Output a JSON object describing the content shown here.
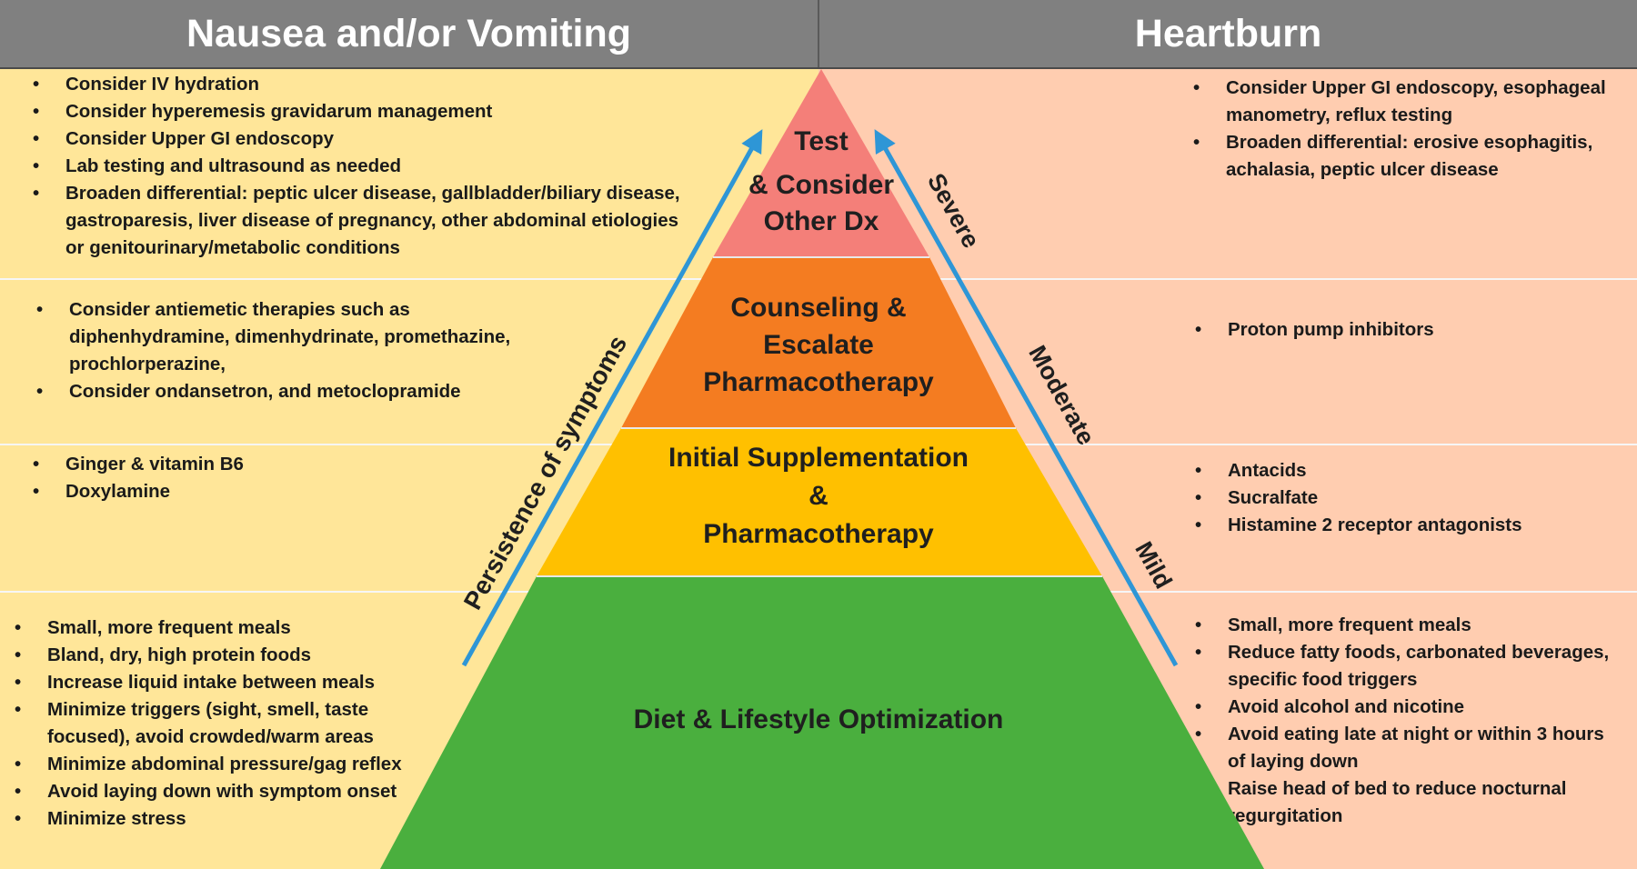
{
  "headers": {
    "left": "Nausea and/or Vomiting",
    "right": "Heartburn"
  },
  "pyramid_tiers": [
    {
      "id": "test",
      "lines": [
        "Test",
        "& Consider",
        "Other Dx"
      ],
      "color": "#f47f79"
    },
    {
      "id": "counseling",
      "lines": [
        "Counseling &",
        "Escalate",
        "Pharmacotherapy"
      ],
      "color": "#f47c21"
    },
    {
      "id": "supplementation",
      "lines": [
        "Initial Supplementation",
        "&",
        "Pharmacotherapy"
      ],
      "color": "#ffc000"
    },
    {
      "id": "diet",
      "lines": [
        "Diet & Lifestyle Optimization"
      ],
      "color": "#4aaf3e"
    }
  ],
  "arrow_labels": {
    "left": "Persistence of symptoms",
    "right_severe": "Severe",
    "right_moderate": "Moderate",
    "right_mild": "Mild"
  },
  "colors": {
    "nausea_bg": "#ffe699",
    "heartburn_bg": "#ffcdb0",
    "header_bg": "#808080",
    "arrow": "#2e96d6"
  },
  "nausea": {
    "test": [
      "Consider IV hydration",
      "Consider hyperemesis gravidarum management",
      "Consider Upper GI endoscopy",
      "Lab testing and ultrasound as needed",
      "Broaden differential: peptic ulcer disease, gallbladder/biliary disease, gastroparesis, liver disease of pregnancy, other abdominal etiologies or genitourinary/metabolic conditions"
    ],
    "counseling": [
      "Consider antiemetic therapies such as diphenhydramine, dimenhydrinate, promethazine, prochlorperazine,",
      "Consider ondansetron, and metoclopramide"
    ],
    "supplementation": [
      "Ginger & vitamin B6",
      "Doxylamine"
    ],
    "diet": [
      "Small, more frequent meals",
      "Bland, dry, high protein foods",
      "Increase liquid intake between meals",
      "Minimize triggers (sight, smell, taste focused), avoid crowded/warm areas",
      "Minimize abdominal pressure/gag reflex",
      "Avoid laying down with symptom onset",
      "Minimize stress"
    ]
  },
  "heartburn": {
    "test": [
      "Consider Upper GI endoscopy, esophageal manometry, reflux testing",
      "Broaden differential: erosive esophagitis, achalasia, peptic ulcer disease"
    ],
    "counseling": [
      "Proton pump inhibitors"
    ],
    "supplementation": [
      "Antacids",
      "Sucralfate",
      "Histamine 2 receptor antagonists"
    ],
    "diet": [
      "Small, more frequent meals",
      "Reduce fatty foods, carbonated beverages, specific food triggers",
      "Avoid alcohol and nicotine",
      "Avoid eating late at night or within 3 hours of laying down",
      "Raise head of bed to reduce nocturnal regurgitation"
    ]
  }
}
